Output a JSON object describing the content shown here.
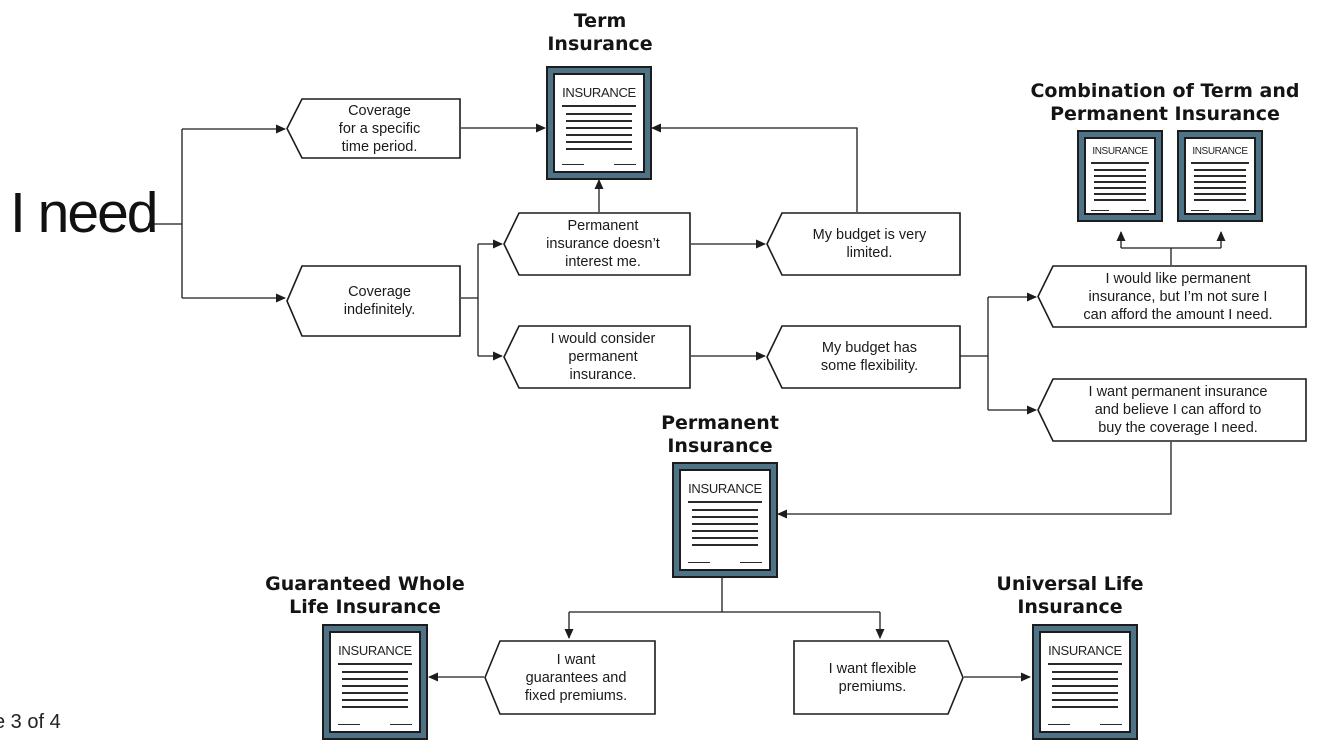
{
  "start_label": "I need",
  "page_number": "e 3 of 4",
  "headings": {
    "term": "Term\nInsurance",
    "combination": "Combination of Term and\nPermanent Insurance",
    "permanent": "Permanent\nInsurance",
    "whole_life": "Guaranteed Whole\nLife Insurance",
    "universal": "Universal Life\nInsurance"
  },
  "documents": {
    "label": "INSURANCE"
  },
  "boxes": {
    "specific_period": "Coverage\nfor a specific\ntime period.",
    "indefinitely": "Coverage\nindefinitely.",
    "not_interested": "Permanent\ninsurance doesn’t\ninterest me.",
    "consider": "I would consider\npermanent\ninsurance.",
    "budget_limited": "My budget is very\nlimited.",
    "budget_flexible": "My budget has\nsome flexibility.",
    "not_sure_afford": "I would like permanent\ninsurance, but I’m not sure I\ncan afford the amount I need.",
    "can_afford": "I want permanent insurance\nand believe I can afford to\nbuy the coverage I need.",
    "guarantees": "I want\nguarantees and\nfixed premiums.",
    "flexible_premiums": "I want flexible\npremiums."
  },
  "colors": {
    "document_frame": "#4f7386",
    "line": "#1c1c1c"
  }
}
